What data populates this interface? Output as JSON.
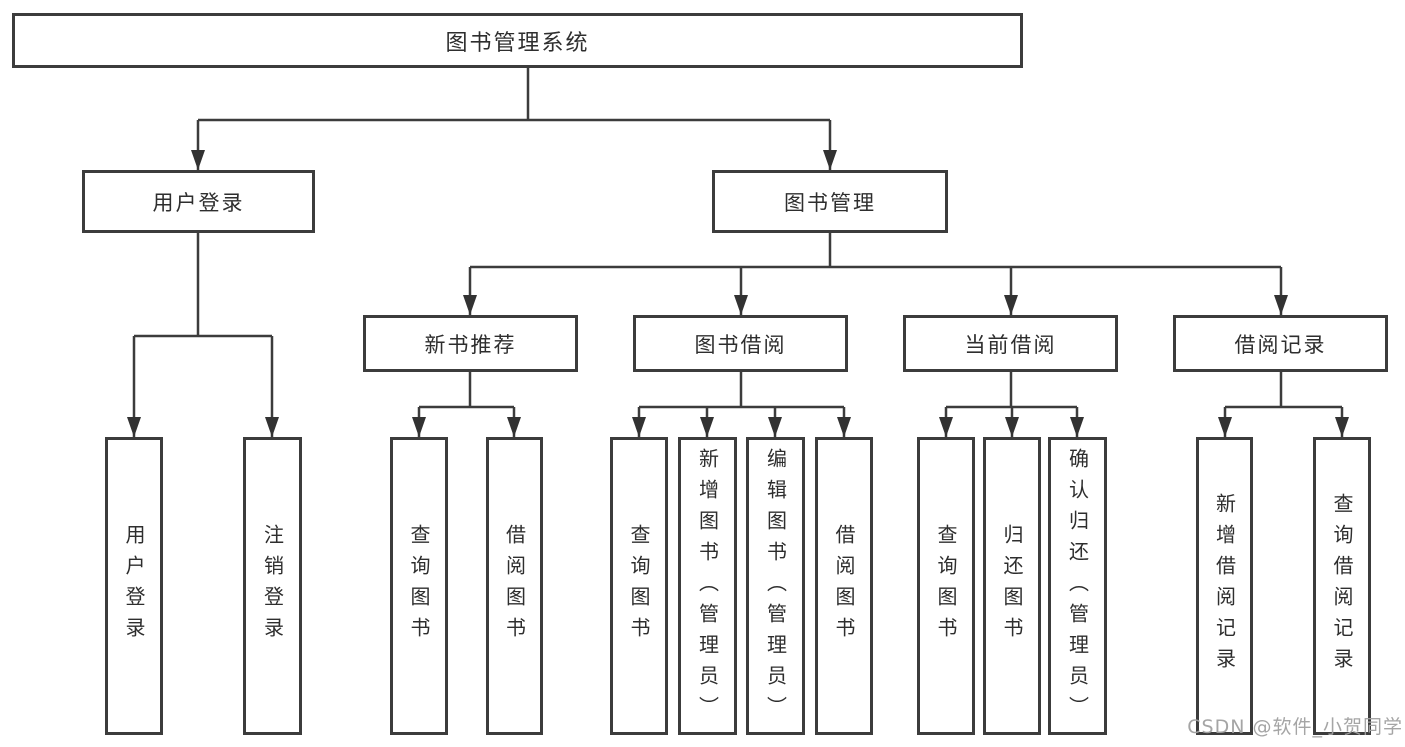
{
  "diagram": {
    "root": {
      "label": "图书管理系统"
    },
    "branches": [
      {
        "label": "用户登录",
        "children": [
          {
            "label": "用户登录"
          },
          {
            "label": "注销登录"
          }
        ]
      },
      {
        "label": "图书管理",
        "children": [
          {
            "label": "新书推荐",
            "children": [
              {
                "label": "查询图书"
              },
              {
                "label": "借阅图书"
              }
            ]
          },
          {
            "label": "图书借阅",
            "children": [
              {
                "label": "查询图书"
              },
              {
                "label": "新增图书（管理员）"
              },
              {
                "label": "编辑图书（管理员）"
              },
              {
                "label": "借阅图书"
              }
            ]
          },
          {
            "label": "当前借阅",
            "children": [
              {
                "label": "查询图书"
              },
              {
                "label": "归还图书"
              },
              {
                "label": "确认归还（管理员）"
              }
            ]
          },
          {
            "label": "借阅记录",
            "children": [
              {
                "label": "新增借阅记录"
              },
              {
                "label": "查询借阅记录"
              }
            ]
          }
        ]
      }
    ]
  },
  "watermark": {
    "text": "CSDN @软件_小贺同学"
  },
  "colors": {
    "line": "#3c3c3c",
    "box_border": "#3c3c3c",
    "text": "#2e2e2e",
    "watermark": "#a0a0a0",
    "background": "#ffffff"
  }
}
